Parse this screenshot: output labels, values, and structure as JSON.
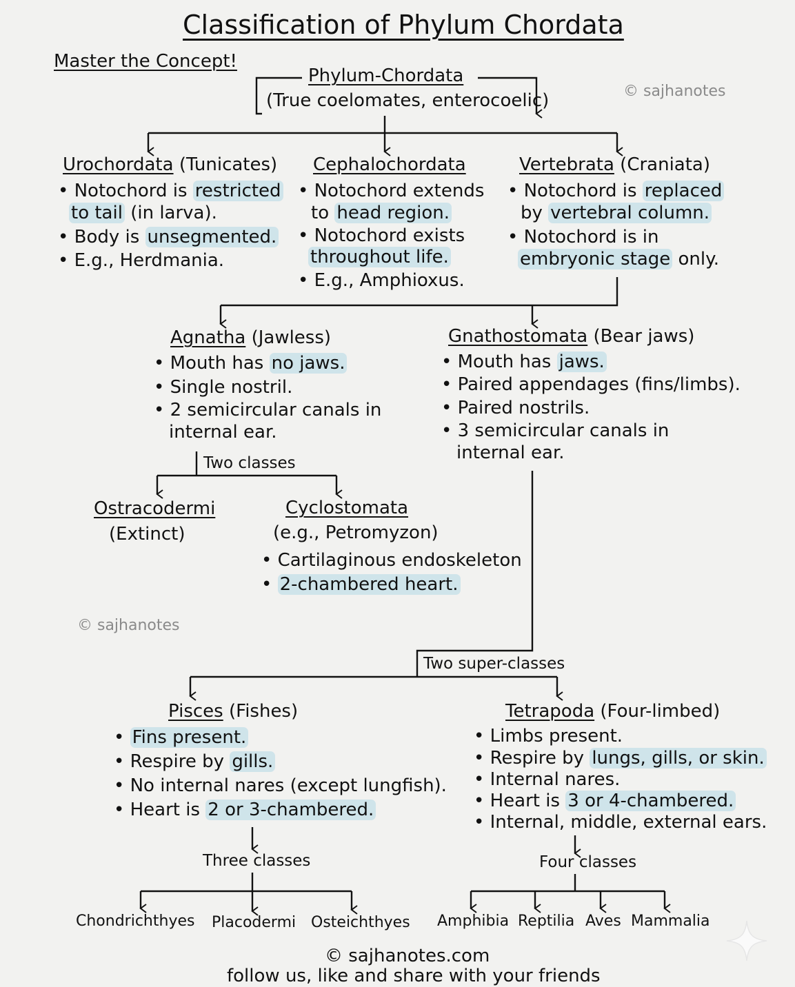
{
  "title": "Classification of Phylum Chordata",
  "subtitle": "Master the Concept!",
  "watermark_top": "© sajhanotes",
  "watermark_mid": "© sajhanotes",
  "root": {
    "name": "Phylum-Chordata",
    "desc": "(True coelomates, enterocoelic)"
  },
  "uro": {
    "name": "Urochordata",
    "alias": "(Tunicates)",
    "l1a": "Notochord is ",
    "l1b": "restricted",
    "l1c": "to tail",
    "l1d": " (in larva).",
    "l2a": "Body is ",
    "l2b": "unsegmented.",
    "l3": "E.g., Herdmania."
  },
  "cephalo": {
    "name": "Cephalochordata",
    "l1a": "Notochord extends",
    "l1b": "to ",
    "l1c": "head region.",
    "l2a": "Notochord exists",
    "l2b": "throughout life.",
    "l3": "E.g., Amphioxus."
  },
  "verte": {
    "name": "Vertebrata",
    "alias": "(Craniata)",
    "l1a": "Notochord is ",
    "l1b": "replaced",
    "l1c": "by ",
    "l1d": "vertebral column.",
    "l2a": "Notochord is in",
    "l2b": "embryonic stage",
    "l2c": " only."
  },
  "agnatha": {
    "name": "Agnatha",
    "alias": "(Jawless)",
    "l1a": "Mouth has ",
    "l1b": "no jaws.",
    "l2": "Single nostril.",
    "l3a": "2 semicircular canals in",
    "l3b": "internal ear.",
    "classes_label": "Two classes"
  },
  "gnatho": {
    "name": "Gnathostomata",
    "alias": "(Bear jaws)",
    "l1a": "Mouth has ",
    "l1b": "jaws.",
    "l2": "Paired appendages (fins/limbs).",
    "l3": "Paired nostrils.",
    "l4a": "3 semicircular canals in",
    "l4b": "internal ear.",
    "superclasses_label": "Two super-classes"
  },
  "ostraco": {
    "name": "Ostracodermi",
    "desc": "(Extinct)"
  },
  "cyclo": {
    "name": "Cyclostomata",
    "desc": "(e.g., Petromyzon)",
    "l1": "Cartilaginous endoskeleton",
    "l2": "2-chambered heart."
  },
  "pisces": {
    "name": "Pisces",
    "alias": "(Fishes)",
    "l1": "Fins present.",
    "l2a": "Respire by ",
    "l2b": "gills.",
    "l3": "No internal nares (except lungfish).",
    "l4a": "Heart is ",
    "l4b": "2 or 3-chambered.",
    "classes_label": "Three classes",
    "classes": [
      "Chondrichthyes",
      "Placodermi",
      "Osteichthyes"
    ]
  },
  "tetra": {
    "name": "Tetrapoda",
    "alias": "(Four-limbed)",
    "l1": "Limbs present.",
    "l2a": "Respire by ",
    "l2b": "lungs, gills, or skin.",
    "l3": "Internal nares.",
    "l4a": "Heart is ",
    "l4b": "3 or 4-chambered.",
    "l5": "Internal, middle, external ears.",
    "classes_label": "Four classes",
    "classes": [
      "Amphibia",
      "Reptilia",
      "Aves",
      "Mammalia"
    ]
  },
  "footer": {
    "site": "© sajhanotes.com",
    "cta": "follow us, like and share with your friends"
  },
  "colors": {
    "highlight": "#cfe4ea",
    "background": "#f2f2f0",
    "ink": "#111111",
    "watermark": "#8a8a8a"
  },
  "icons": [
    "sparkle-icon"
  ]
}
